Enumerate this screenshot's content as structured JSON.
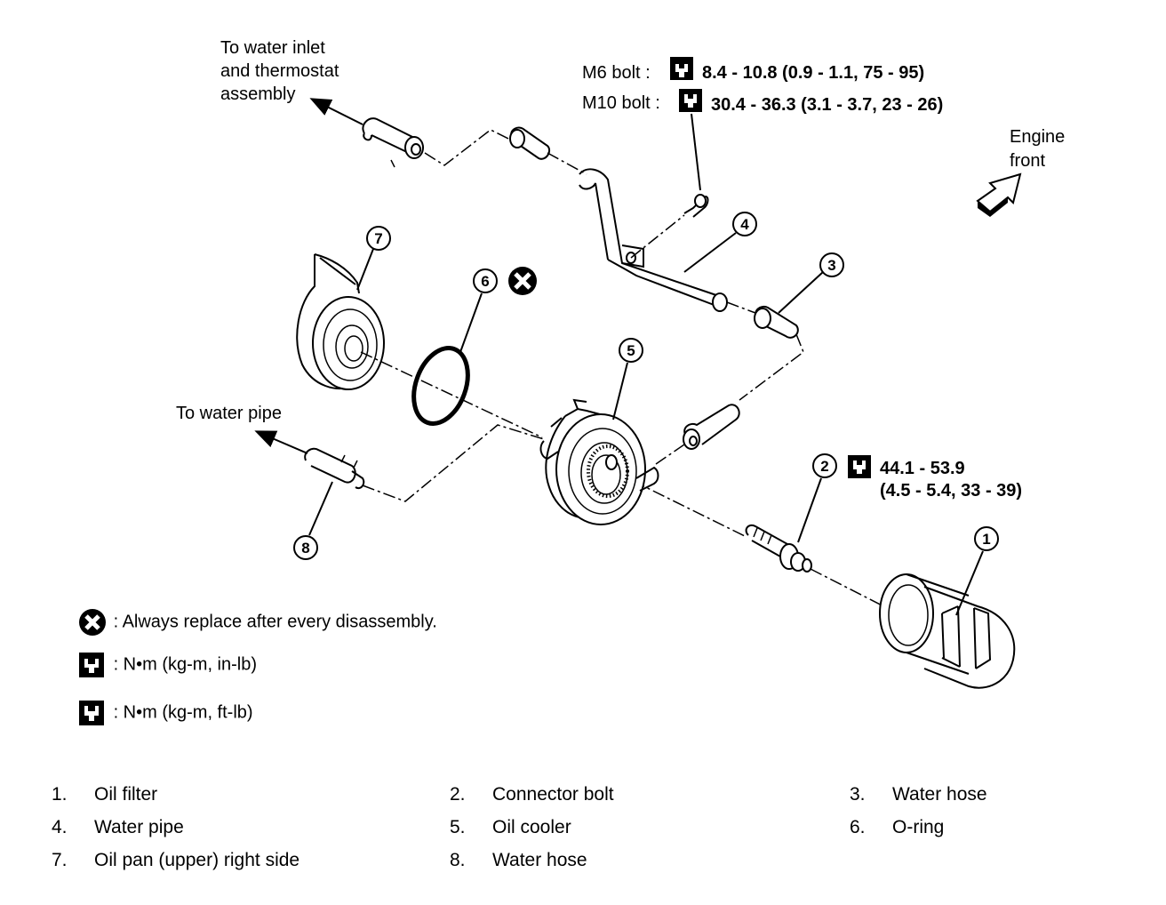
{
  "labels": {
    "to_water_inlet_1": "To water inlet",
    "to_water_inlet_2": "and thermostat",
    "to_water_inlet_3": "assembly",
    "to_water_pipe": "To water pipe",
    "engine_front_1": "Engine",
    "engine_front_2": "front",
    "m6_bolt": "M6 bolt :",
    "m6_torque": "8.4 - 10.8 (0.9 - 1.1, 75 - 95)",
    "m10_bolt": "M10 bolt :",
    "m10_torque": "30.4 - 36.3 (3.1 - 3.7, 23 - 26)",
    "connector_torque_1": "44.1 - 53.9",
    "connector_torque_2": "(4.5 - 5.4, 33 - 39)"
  },
  "callouts": [
    "1",
    "2",
    "3",
    "4",
    "5",
    "6",
    "7",
    "8"
  ],
  "legend": {
    "replace": ": Always replace after every disassembly.",
    "nm_inlb": ":  N•m  (kg-m,  in-lb)",
    "nm_ftlb": ":  N•m  (kg-m,  ft-lb)"
  },
  "icons": [
    "replace-x-icon",
    "torque-wrench-inlb-icon",
    "torque-wrench-ftlb-icon",
    "engine-front-arrow-icon"
  ],
  "parts": [
    {
      "num": "1.",
      "name": "Oil filter"
    },
    {
      "num": "2.",
      "name": "Connector bolt"
    },
    {
      "num": "3.",
      "name": "Water hose"
    },
    {
      "num": "4.",
      "name": "Water pipe"
    },
    {
      "num": "5.",
      "name": "Oil cooler"
    },
    {
      "num": "6.",
      "name": "O-ring"
    },
    {
      "num": "7.",
      "name": "Oil pan (upper) right side"
    },
    {
      "num": "8.",
      "name": "Water hose"
    }
  ]
}
